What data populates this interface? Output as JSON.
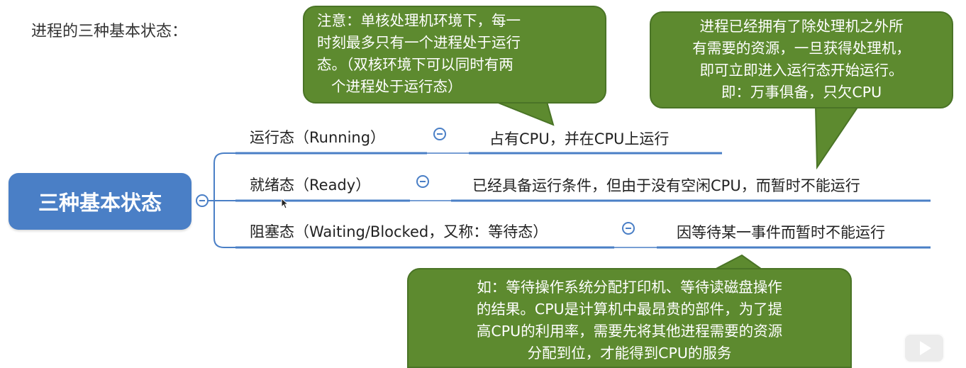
{
  "heading": "进程的三种基本状态：",
  "root": {
    "label": "三种基本状态"
  },
  "branches": [
    {
      "label": "运行态（Running）",
      "description": "占有CPU，并在CPU上运行"
    },
    {
      "label": "就绪态（Ready）",
      "description": "已经具备运行条件，但由于没有空闲CPU，而暂时不能运行"
    },
    {
      "label": "阻塞态（Waiting/Blocked，又称：等待态）",
      "description": "因等待某一事件而暂时不能运行"
    }
  ],
  "callouts": {
    "running_note": [
      "注意：单核处理机环境下，每一",
      "时刻最多只有一个进程处于运行",
      "态。（双核环境下可以同时有两",
      "个进程处于运行态）"
    ],
    "ready_note": [
      "进程已经拥有了除处理机之外所",
      "有需要的资源，一旦获得处理机，",
      "即可立即进入运行态开始运行。",
      "即：万事俱备，只欠CPU"
    ],
    "blocked_note": [
      "如：等待操作系统分配打印机、等待读磁盘操作",
      "的结果。CPU是计算机中最昂贵的部件，为了提",
      "高CPU的利用率，需要先将其他进程需要的资源",
      "分配到位，才能得到CPU的服务"
    ]
  },
  "colors": {
    "root_fill": "#4a7fc6",
    "connector": "#4a7fc6",
    "callout_fill": "#5d8a2f"
  },
  "icons": {
    "collapse": "minus-circle-icon",
    "player": "play-icon"
  }
}
